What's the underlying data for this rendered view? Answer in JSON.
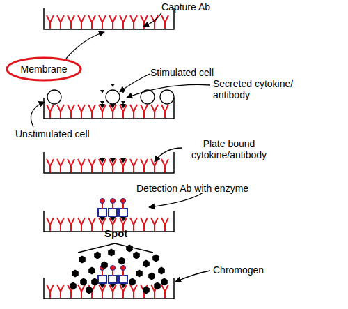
{
  "diagram": {
    "nodes": [
      {
        "text": [
          "Membrane"
        ]
      }
    ],
    "labels": [
      "Capture Ab",
      "Stimulated cell",
      "Secreted cytokine/ antibody",
      "Unstimulated cell",
      "Plate bound cytokine/antibody",
      "Detection Ab with enzyme",
      "Spot",
      "Chromogen"
    ]
  }
}
